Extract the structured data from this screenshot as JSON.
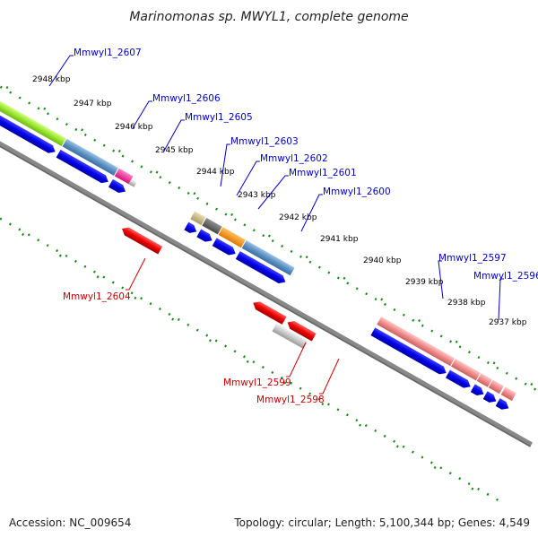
{
  "title": "Marinomonas sp. MWYL1, complete genome",
  "footer": {
    "accession": "Accession: NC_009654",
    "topology": "Topology: circular; Length: 5,100,344 bp; Genes: 4,549"
  },
  "colors": {
    "backbone": "#888888",
    "ticks": "#1a8a1a",
    "cds_forward": "#0000e0",
    "label_forward": "#0000cc",
    "label_reverse": "#cc0000"
  },
  "kbp_labels": [
    "2948 kbp",
    "2947 kbp",
    "2946 kbp",
    "2945 kbp",
    "2944 kbp",
    "2943 kbp",
    "2942 kbp",
    "2941 kbp",
    "2940 kbp",
    "2939 kbp",
    "2938 kbp",
    "2937 kbp"
  ],
  "gene_labels": [
    "Mmwyl1_2607",
    "Mmwyl1_2606",
    "Mmwyl1_2605",
    "Mmwyl1_2603",
    "Mmwyl1_2602",
    "Mmwyl1_2601",
    "Mmwyl1_2600",
    "Mmwyl1_2604",
    "Mmwyl1_2599",
    "Mmwyl1_2598",
    "Mmwyl1_2597",
    "Mmwyl1_2596"
  ]
}
